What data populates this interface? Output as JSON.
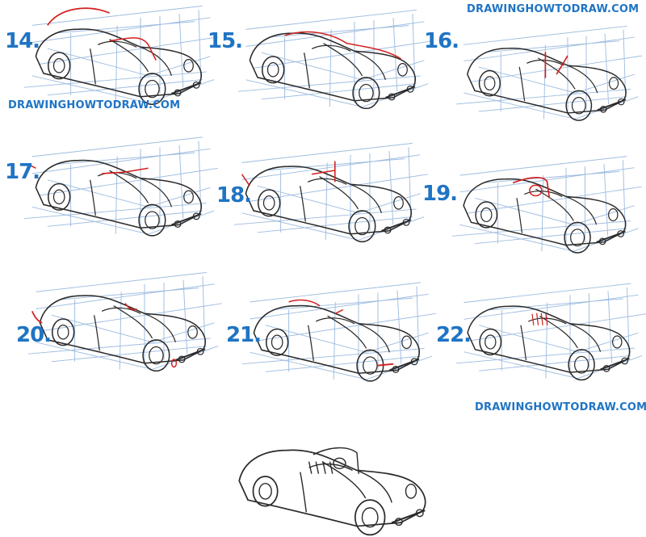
{
  "steps": [
    {
      "label": "14."
    },
    {
      "label": "15."
    },
    {
      "label": "16."
    },
    {
      "label": "17."
    },
    {
      "label": "18."
    },
    {
      "label": "19."
    },
    {
      "label": "20."
    },
    {
      "label": "21."
    },
    {
      "label": "22."
    }
  ],
  "watermarks": {
    "top_right": "DRAWINGHOWTODRAW.COM",
    "left": "DRAWINGHOWTODRAW.COM",
    "bottom_right": "DRAWINGHOWTODRAW.COM"
  },
  "colors": {
    "accent": "#1f74c4",
    "guide": "#9fbde0",
    "ink": "#2a2a2a",
    "highlight": "#d42020"
  }
}
